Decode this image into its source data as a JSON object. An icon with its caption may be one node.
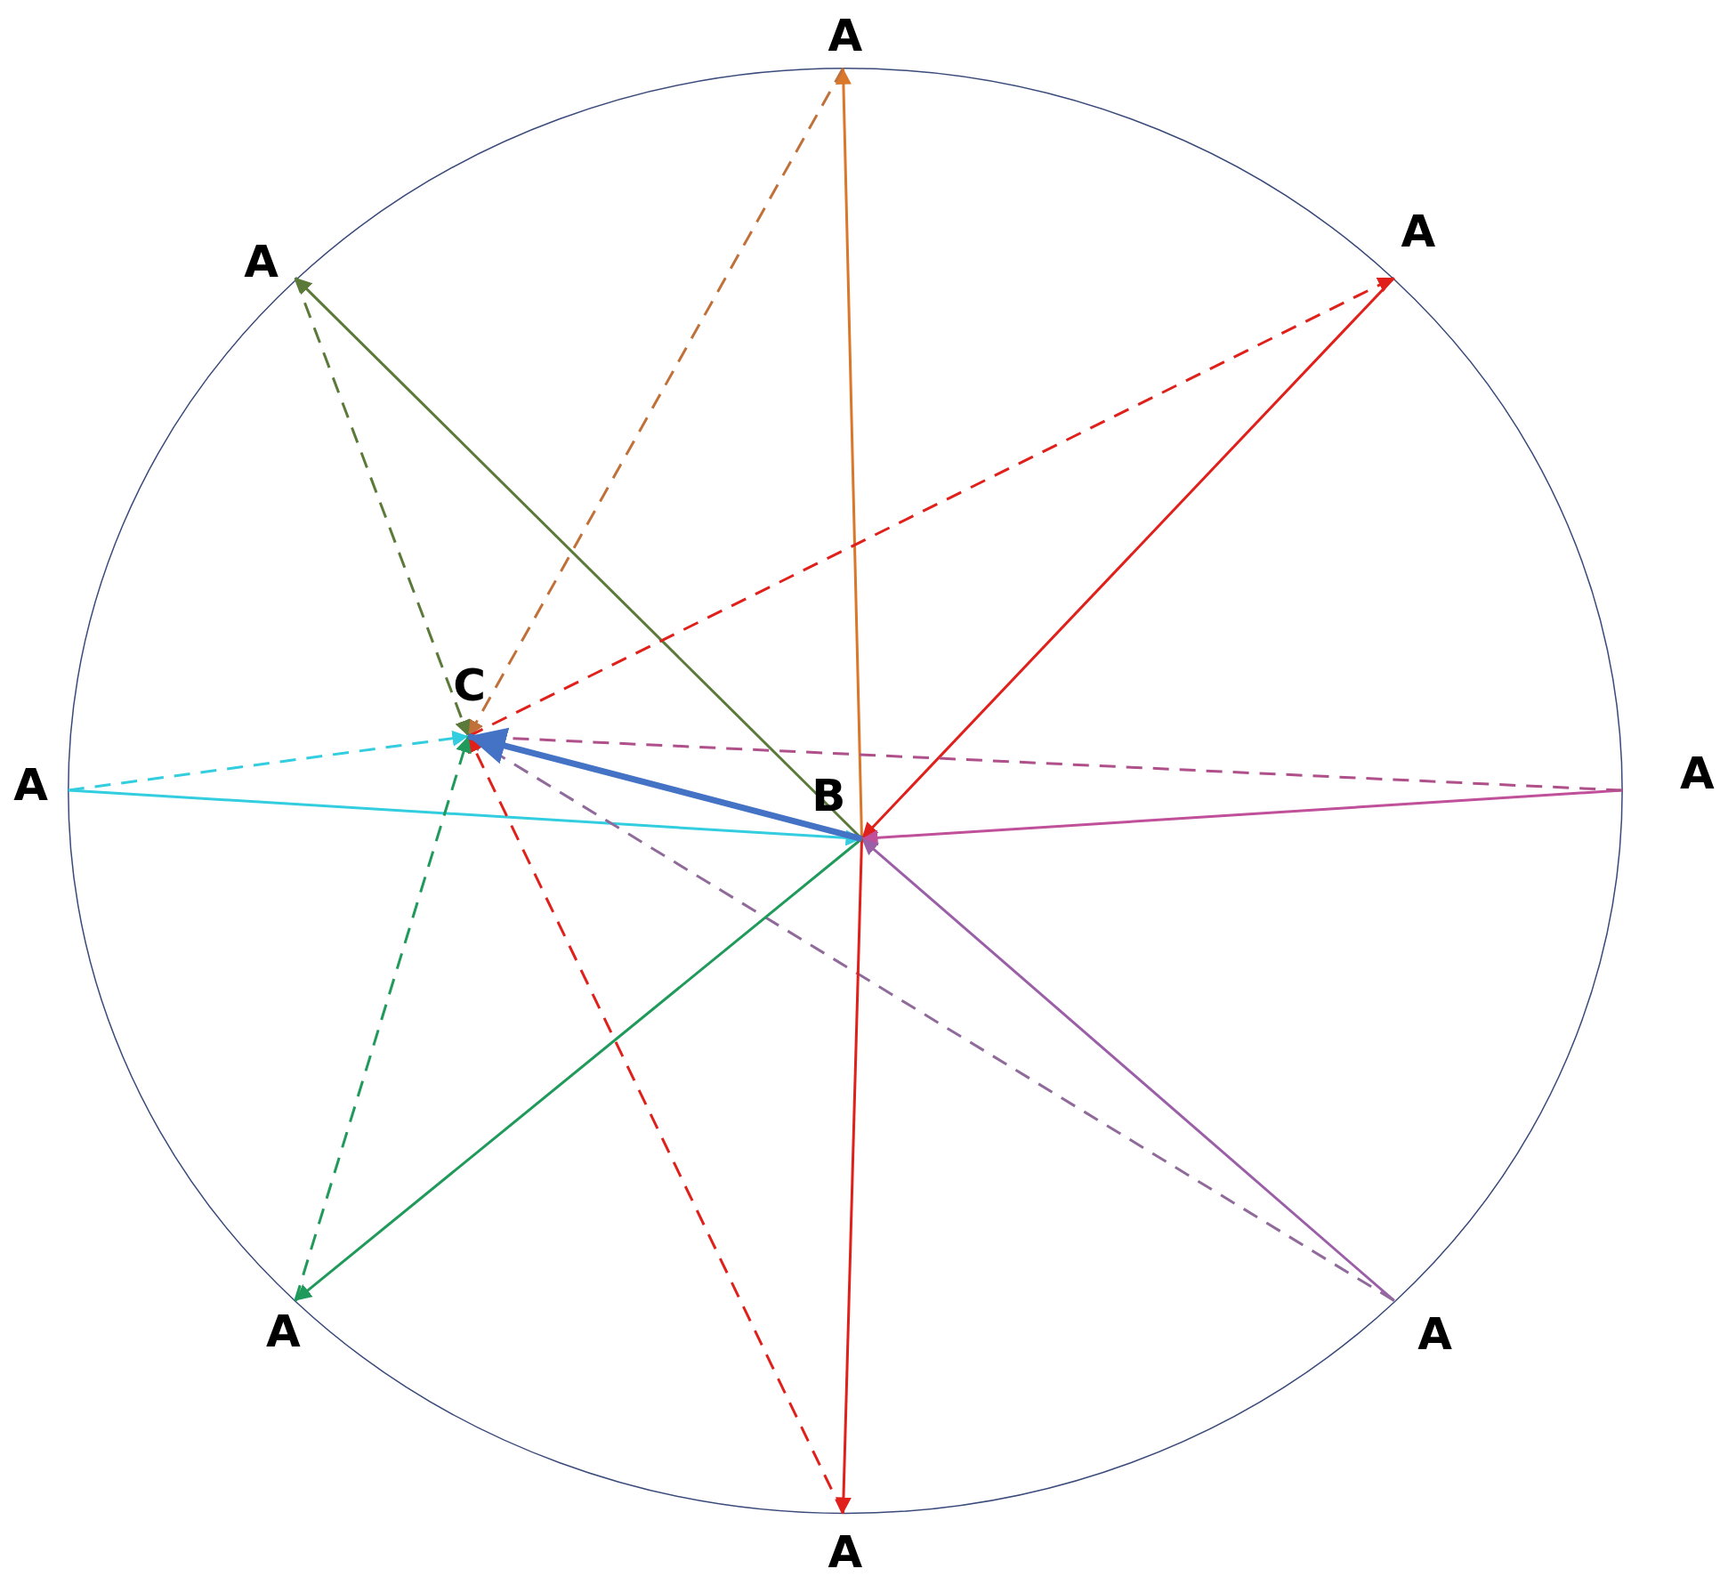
{
  "diagram": {
    "nodes": [
      {
        "text": [
          "A"
        ]
      },
      {
        "text": [
          "A"
        ]
      },
      {
        "text": [
          "A"
        ]
      },
      {
        "text": [
          "C"
        ]
      },
      {
        "text": [
          "A"
        ]
      },
      {
        "text": [
          "B"
        ]
      },
      {
        "text": [
          "A"
        ]
      },
      {
        "text": [
          "A"
        ]
      },
      {
        "text": [
          "A"
        ]
      },
      {
        "text": [
          "A"
        ]
      }
    ],
    "edges": [
      {
        "from": 5,
        "to": 0,
        "arrow": "to",
        "color": "#d9772b"
      },
      {
        "from": 0,
        "to": 3,
        "arrow": "to",
        "style": "dashed",
        "color": "#c0713a"
      },
      {
        "from": 5,
        "to": 1,
        "arrow": "to",
        "color": "#5b7a3a"
      },
      {
        "from": 1,
        "to": 3,
        "arrow": "to",
        "style": "dashed",
        "color": "#5b7a3a"
      },
      {
        "from": 2,
        "to": 5,
        "arrow": "to",
        "color": "#e0201b"
      },
      {
        "from": 3,
        "to": 2,
        "arrow": "to",
        "style": "dashed",
        "color": "#e0201b"
      },
      {
        "from": 4,
        "to": 5,
        "arrow": "to",
        "color": "#33cde0"
      },
      {
        "from": 4,
        "to": 3,
        "arrow": "to",
        "style": "dashed",
        "color": "#33cde0"
      },
      {
        "from": 6,
        "to": 5,
        "arrow": "to",
        "color": "#c0509a"
      },
      {
        "from": 6,
        "to": 3,
        "arrow": "none",
        "style": "dashed",
        "color": "#b0508a"
      },
      {
        "from": 8,
        "to": 5,
        "arrow": "to",
        "color": "#9b5fa8"
      },
      {
        "from": 8,
        "to": 3,
        "arrow": "to",
        "style": "dashed",
        "color": "#8f6a9a"
      },
      {
        "from": 5,
        "to": 9,
        "arrow": "to",
        "color": "#e0201b"
      },
      {
        "from": 9,
        "to": 3,
        "arrow": "to",
        "style": "dashed",
        "color": "#e0201b"
      },
      {
        "from": 5,
        "to": 7,
        "arrow": "to",
        "color": "#1f9a5a"
      },
      {
        "from": 7,
        "to": 3,
        "arrow": "to",
        "style": "dashed",
        "color": "#1f9a5a"
      },
      {
        "from": 5,
        "to": 3,
        "arrow": "to",
        "style": "thick",
        "color": "#4472c4"
      }
    ]
  }
}
